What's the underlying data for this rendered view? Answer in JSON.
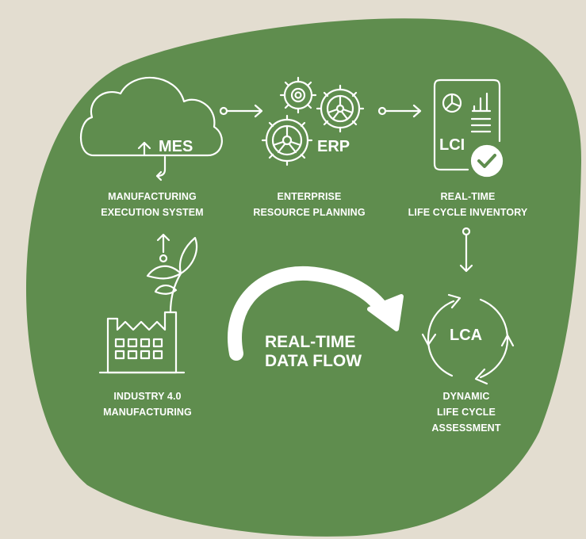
{
  "colors": {
    "background": "#e3ddd0",
    "blob": "#5f8d4e",
    "foreground": "#ffffff"
  },
  "nodes": {
    "mes": {
      "icon": "cloud-upload-icon",
      "icon_text": "MES",
      "label_line1": "MANUFACTURING",
      "label_line2": "EXECUTION SYSTEM"
    },
    "erp": {
      "icon": "gears-icon",
      "icon_text": "ERP",
      "label_line1": "ENTERPRISE",
      "label_line2": "RESOURCE PLANNING"
    },
    "lci": {
      "icon": "report-check-icon",
      "icon_text": "LCI",
      "label_line1": "REAL-TIME",
      "label_line2": "LIFE CYCLE INVENTORY"
    },
    "industry": {
      "icon": "factory-leaf-icon",
      "label_line1": "INDUSTRY 4.0",
      "label_line2": "MANUFACTURING"
    },
    "lca": {
      "icon": "cycle-arrows-icon",
      "icon_text": "LCA",
      "label_line1": "DYNAMIC",
      "label_line2": "LIFE CYCLE",
      "label_line3": "ASSESSMENT"
    }
  },
  "flow": {
    "icon": "curved-arrow-icon",
    "label_line1": "REAL-TIME",
    "label_line2": "DATA FLOW"
  }
}
